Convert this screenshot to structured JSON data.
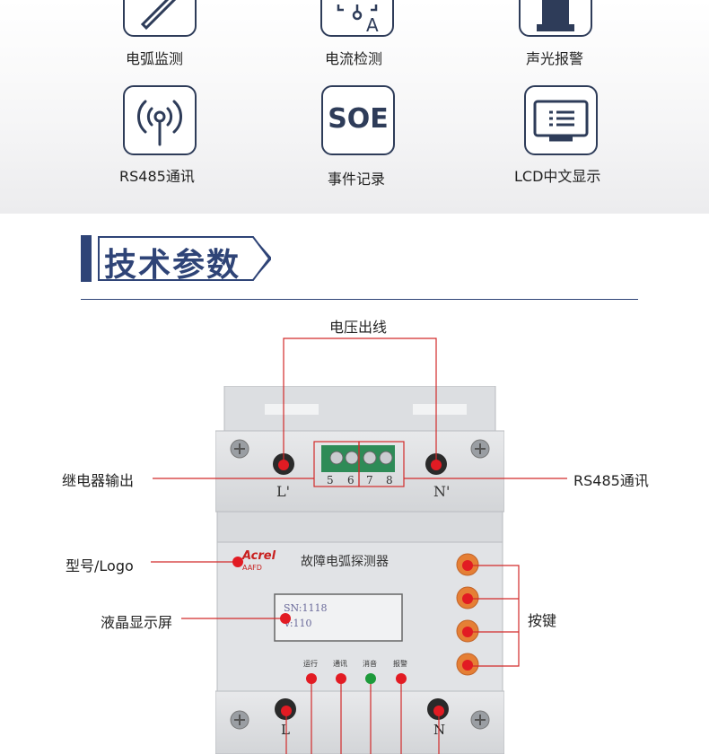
{
  "features": [
    {
      "label": "电弧监测",
      "icon": "arc-pen-icon"
    },
    {
      "label": "电流检测",
      "icon": "current-ammeter-icon"
    },
    {
      "label": "声光报警",
      "icon": "alarm-light-icon"
    },
    {
      "label": "RS485通讯",
      "icon": "wireless-antenna-icon"
    },
    {
      "label": "事件记录",
      "icon": "soe-icon",
      "icon_text": "SOE"
    },
    {
      "label": "LCD中文显示",
      "icon": "lcd-monitor-icon"
    }
  ],
  "ammeter_letter": "A",
  "section": {
    "title": "技术参数"
  },
  "annotations": {
    "voltage_out": "电压出线",
    "relay_out": "继电器输出",
    "rs485": "RS485通讯",
    "model_logo": "型号/Logo",
    "lcd": "液晶显示屏",
    "keys": "按键"
  },
  "device": {
    "brand": "Acrel",
    "brand_sub": "AAFD",
    "name": "故障电弧探测器",
    "lcd_line1": "SN:1118",
    "lcd_line2": "V:110",
    "terminal_numbers": [
      "5",
      "6",
      "7",
      "8"
    ],
    "label_l_prime": "L'",
    "label_n_prime": "N'",
    "label_l": "L",
    "label_n": "N",
    "leds": [
      {
        "label": "运行",
        "color": "#e21b23"
      },
      {
        "label": "通讯",
        "color": "#e21b23"
      },
      {
        "label": "消音",
        "color": "#1d9a3a"
      },
      {
        "label": "报警",
        "color": "#e21b23"
      }
    ]
  },
  "colors": {
    "accent": "#2f4477",
    "marker": "#e21b23",
    "line": "#d22a2a",
    "button": "#e57f35"
  }
}
